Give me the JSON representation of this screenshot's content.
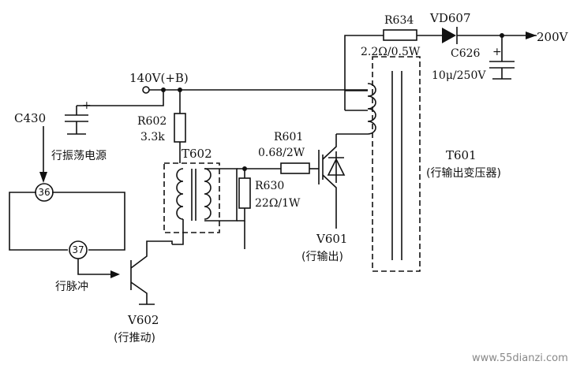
{
  "labels": {
    "r634": "R634",
    "r634_val": "2.2Ω/0.5W",
    "vd607": "VD607",
    "out_200v": "200V",
    "c626": "C626",
    "c626_val": "10μ/250V",
    "b_plus": "140V(+B)",
    "c430": "C430",
    "r602": "R602",
    "r602_val": "3.3k",
    "osc_supply": "行振荡电源",
    "t602": "T602",
    "r601": "R601",
    "r601_val": "0.68/2W",
    "r630": "R630",
    "r630_val": "22Ω/1W",
    "t601": "T601",
    "t601_desc": "(行输出变压器)",
    "v601": "V601",
    "v601_desc": "(行输出)",
    "pin36": "36",
    "pin37": "37",
    "h_pulse": "行脉冲",
    "v602": "V602",
    "v602_desc": "(行推动)",
    "watermark": "www.55dianzi.com"
  },
  "symbols": {
    "plus": "+"
  }
}
